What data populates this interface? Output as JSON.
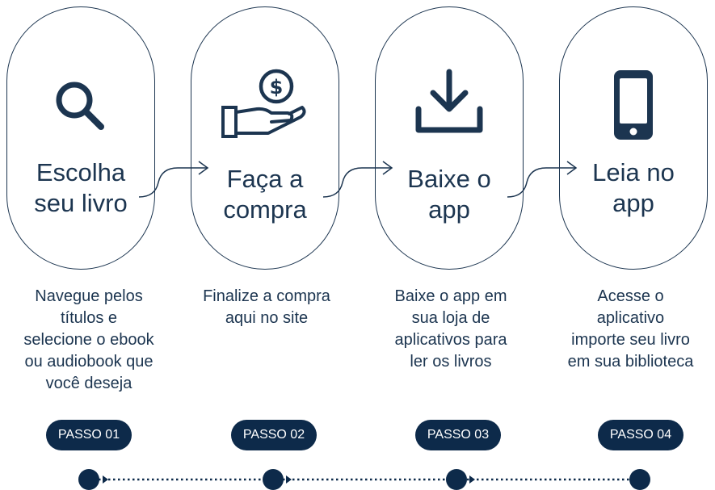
{
  "steps": [
    {
      "title": "Escolha\nseu livro",
      "description": "Navegue pelos\ntítulos e\nselecione o ebook\nou audiobook que\nvocê deseja",
      "badge": "PASSO 01",
      "icon": "search-icon"
    },
    {
      "title": "Faça a\ncompra",
      "description": "Finalize a compra\naqui no site",
      "badge": "PASSO 02",
      "icon": "hand-money-icon"
    },
    {
      "title": "Baixe o\napp",
      "description": "Baixe o app em\nsua loja de\naplicativos para\nler os livros",
      "badge": "PASSO 03",
      "icon": "download-icon"
    },
    {
      "title": "Leia no\napp",
      "description": "Acesse o\naplicativo\nimporte seu livro\nem sua biblioteca",
      "badge": "PASSO 04",
      "icon": "smartphone-icon"
    }
  ],
  "colors": {
    "primary": "#1c3550",
    "badge": "#0d2a4a",
    "background": "#ffffff"
  }
}
